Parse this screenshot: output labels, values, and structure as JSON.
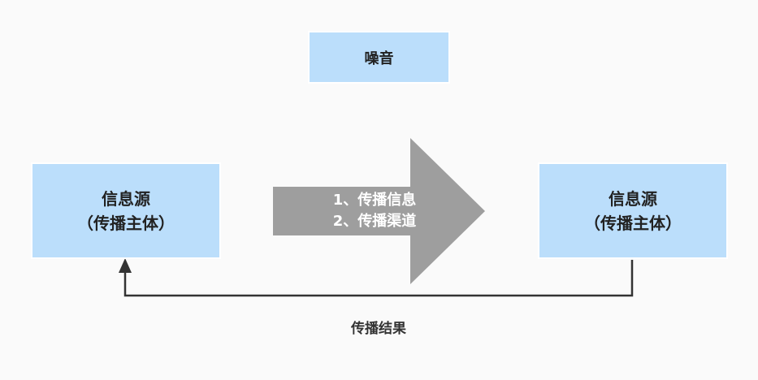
{
  "noise": {
    "label": "噪音"
  },
  "source_left": {
    "line1": "信息源",
    "line2": "（传播主体）"
  },
  "source_right": {
    "line1": "信息源",
    "line2": "（传播主体）"
  },
  "channel_arrow": {
    "line1": "1、传播信息",
    "line2": "2、传播渠道"
  },
  "feedback": {
    "label": "传播结果"
  },
  "colors": {
    "box_fill": "#bbdefb",
    "arrow_fill": "#9e9e9e",
    "connector": "#333333"
  }
}
